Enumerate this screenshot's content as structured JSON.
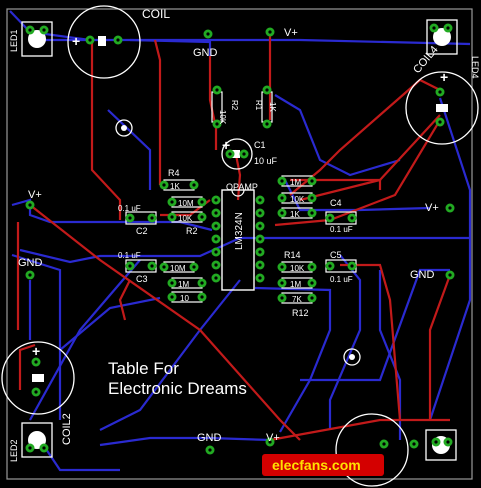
{
  "board": {
    "title_lines": [
      "Table For",
      "Electronic Dreams"
    ],
    "colors": {
      "background": "#000000",
      "outline": "#9a9a9a",
      "top_trace": "#c21a1a",
      "bottom_trace": "#2a2ad0",
      "pad": "#22aa22",
      "silkscreen": "#ffffff",
      "watermark_bg": "#d40000",
      "watermark_text": "#ffe000"
    }
  },
  "labels": {
    "coil": "COIL",
    "coil2": "COIL2",
    "coil4": "COIL4",
    "led1": "LED1",
    "led2": "LED2",
    "led4": "LED4",
    "gnd_top": "GND",
    "gnd_left": "GND",
    "gnd_right": "GND",
    "gnd_bottom": "GND",
    "vplus_top": "V+",
    "vplus_left": "V+",
    "vplus_right": "V+",
    "vplus_bottom": "V+",
    "opamp": "OPAMP",
    "ic": "LM324N",
    "c1": "C1",
    "c1_value": "10 uF",
    "c2": "C2",
    "c2_value": "0.1 uF",
    "c3": "C3",
    "c3_value": "0.1 uF",
    "c4": "C4",
    "c4_value": "0.1 uF",
    "c5": "C5",
    "c5_value": "0.1 uF",
    "r1": "R1",
    "r2": "R2",
    "r4": "R4",
    "r12": "R12",
    "r14": "R14",
    "r1_value": "1K",
    "r2_value": "10K",
    "r4_value": "1K",
    "r_val_10m": "10M",
    "r_val_1m": "1M",
    "r_val_10k": "10K",
    "r_val_1k": "1K",
    "r_val_7k": "7K",
    "r_val_10": "10",
    "r_val_1mohm": "1M"
  },
  "watermark": {
    "text": "elecfans.com"
  }
}
